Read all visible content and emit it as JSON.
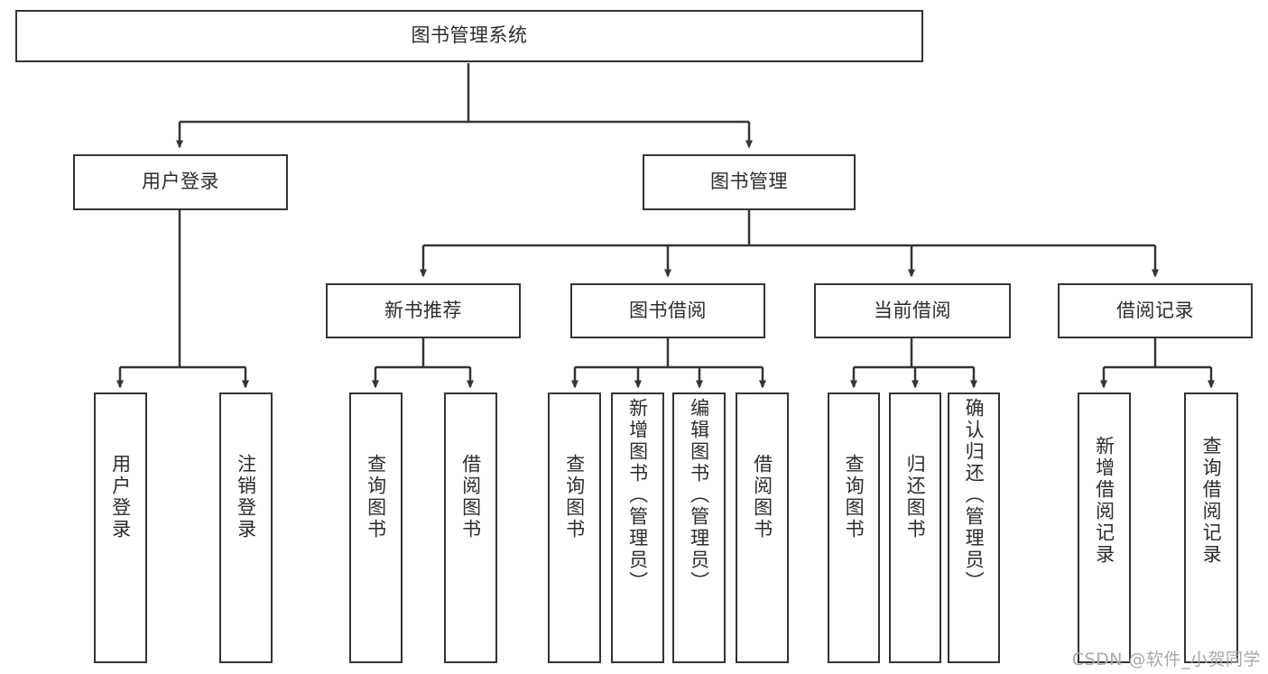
{
  "diagram": {
    "title": "图书管理系统",
    "type": "tree",
    "watermark": "CSDN @软件_小贺同学",
    "root": {
      "id": "root",
      "label": "图书管理系统"
    },
    "level2": [
      {
        "id": "user-login",
        "label": "用户登录"
      },
      {
        "id": "book-management",
        "label": "图书管理"
      }
    ],
    "level3": [
      {
        "id": "new-book-recommend",
        "label": "新书推荐",
        "parent": "book-management"
      },
      {
        "id": "book-borrow",
        "label": "图书借阅",
        "parent": "book-management"
      },
      {
        "id": "current-borrow",
        "label": "当前借阅",
        "parent": "book-management"
      },
      {
        "id": "borrow-record",
        "label": "借阅记录",
        "parent": "book-management"
      }
    ],
    "leaves": {
      "user_login": [
        {
          "id": "leaf-user-login",
          "label": "用户登录"
        },
        {
          "id": "leaf-user-logout",
          "label": "注销登录"
        }
      ],
      "new_book_recommend": [
        {
          "id": "leaf-query-book-1",
          "label": "查询图书"
        },
        {
          "id": "leaf-borrow-book-1",
          "label": "借阅图书"
        }
      ],
      "book_borrow": [
        {
          "id": "leaf-query-book-2",
          "label": "查询图书"
        },
        {
          "id": "leaf-add-book",
          "label": "新增图书（管理员）"
        },
        {
          "id": "leaf-edit-book",
          "label": "编辑图书（管理员）"
        },
        {
          "id": "leaf-borrow-book-2",
          "label": "借阅图书"
        }
      ],
      "current_borrow": [
        {
          "id": "leaf-query-book-3",
          "label": "查询图书"
        },
        {
          "id": "leaf-return-book",
          "label": "归还图书"
        },
        {
          "id": "leaf-confirm-return",
          "label": "确认归还（管理员）"
        }
      ],
      "borrow_record": [
        {
          "id": "leaf-add-record",
          "label": "新增借阅记录"
        },
        {
          "id": "leaf-query-record",
          "label": "查询借阅记录"
        }
      ]
    },
    "colors": {
      "stroke": "#33333a",
      "fill": "#ffffff",
      "text": "#2b2b33",
      "watermark": "#a8a8ae"
    }
  }
}
